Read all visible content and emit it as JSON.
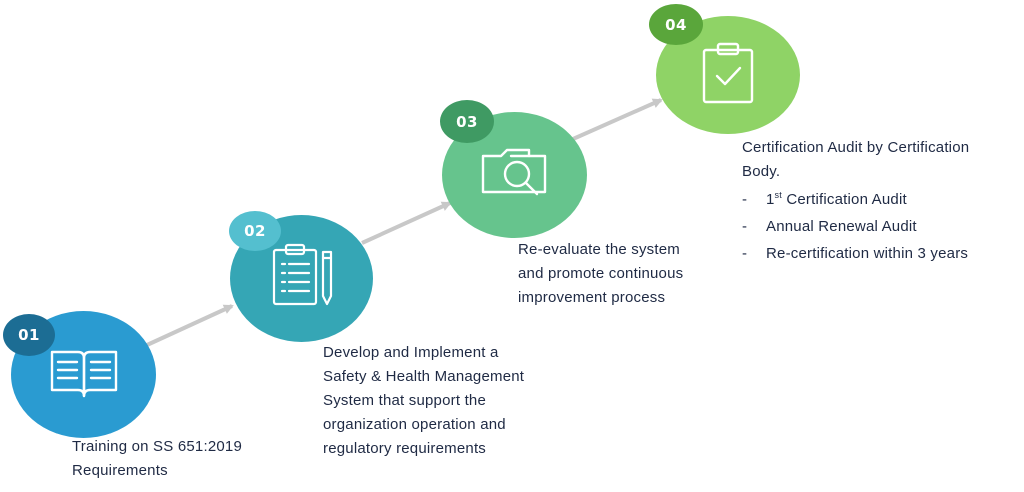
{
  "steps": [
    {
      "number": "01",
      "icon": "open-book-icon",
      "circle_color": "#2a9bd1",
      "badge_color": "#1c6d94",
      "lines": [
        "Training on SS 651:2019",
        "Requirements"
      ]
    },
    {
      "number": "02",
      "icon": "clipboard-pencil-icon",
      "circle_color": "#35a6b5",
      "badge_color": "#54bfcf",
      "lines": [
        "Develop and Implement a",
        "Safety & Health Management",
        "System that support the",
        "organization operation and",
        "regulatory requirements"
      ]
    },
    {
      "number": "03",
      "icon": "folder-search-icon",
      "circle_color": "#66c48d",
      "badge_color": "#3f9a63",
      "lines": [
        "Re-evaluate the system",
        "and promote continuous",
        "improvement process"
      ]
    },
    {
      "number": "04",
      "icon": "clipboard-check-icon",
      "circle_color": "#8fd366",
      "badge_color": "#5aa63b",
      "lines": [
        "Certification Audit by Certification",
        "Body."
      ],
      "bullets": [
        {
          "prefix": "1",
          "sup": "st",
          "text": " Certification Audit"
        },
        {
          "text": "Annual Renewal Audit"
        },
        {
          "text": "Re-certification within 3 years"
        }
      ]
    }
  ],
  "colors": {
    "arrow": "#c8c8c8",
    "text": "#1f2a44"
  },
  "bullet_dash": "-"
}
